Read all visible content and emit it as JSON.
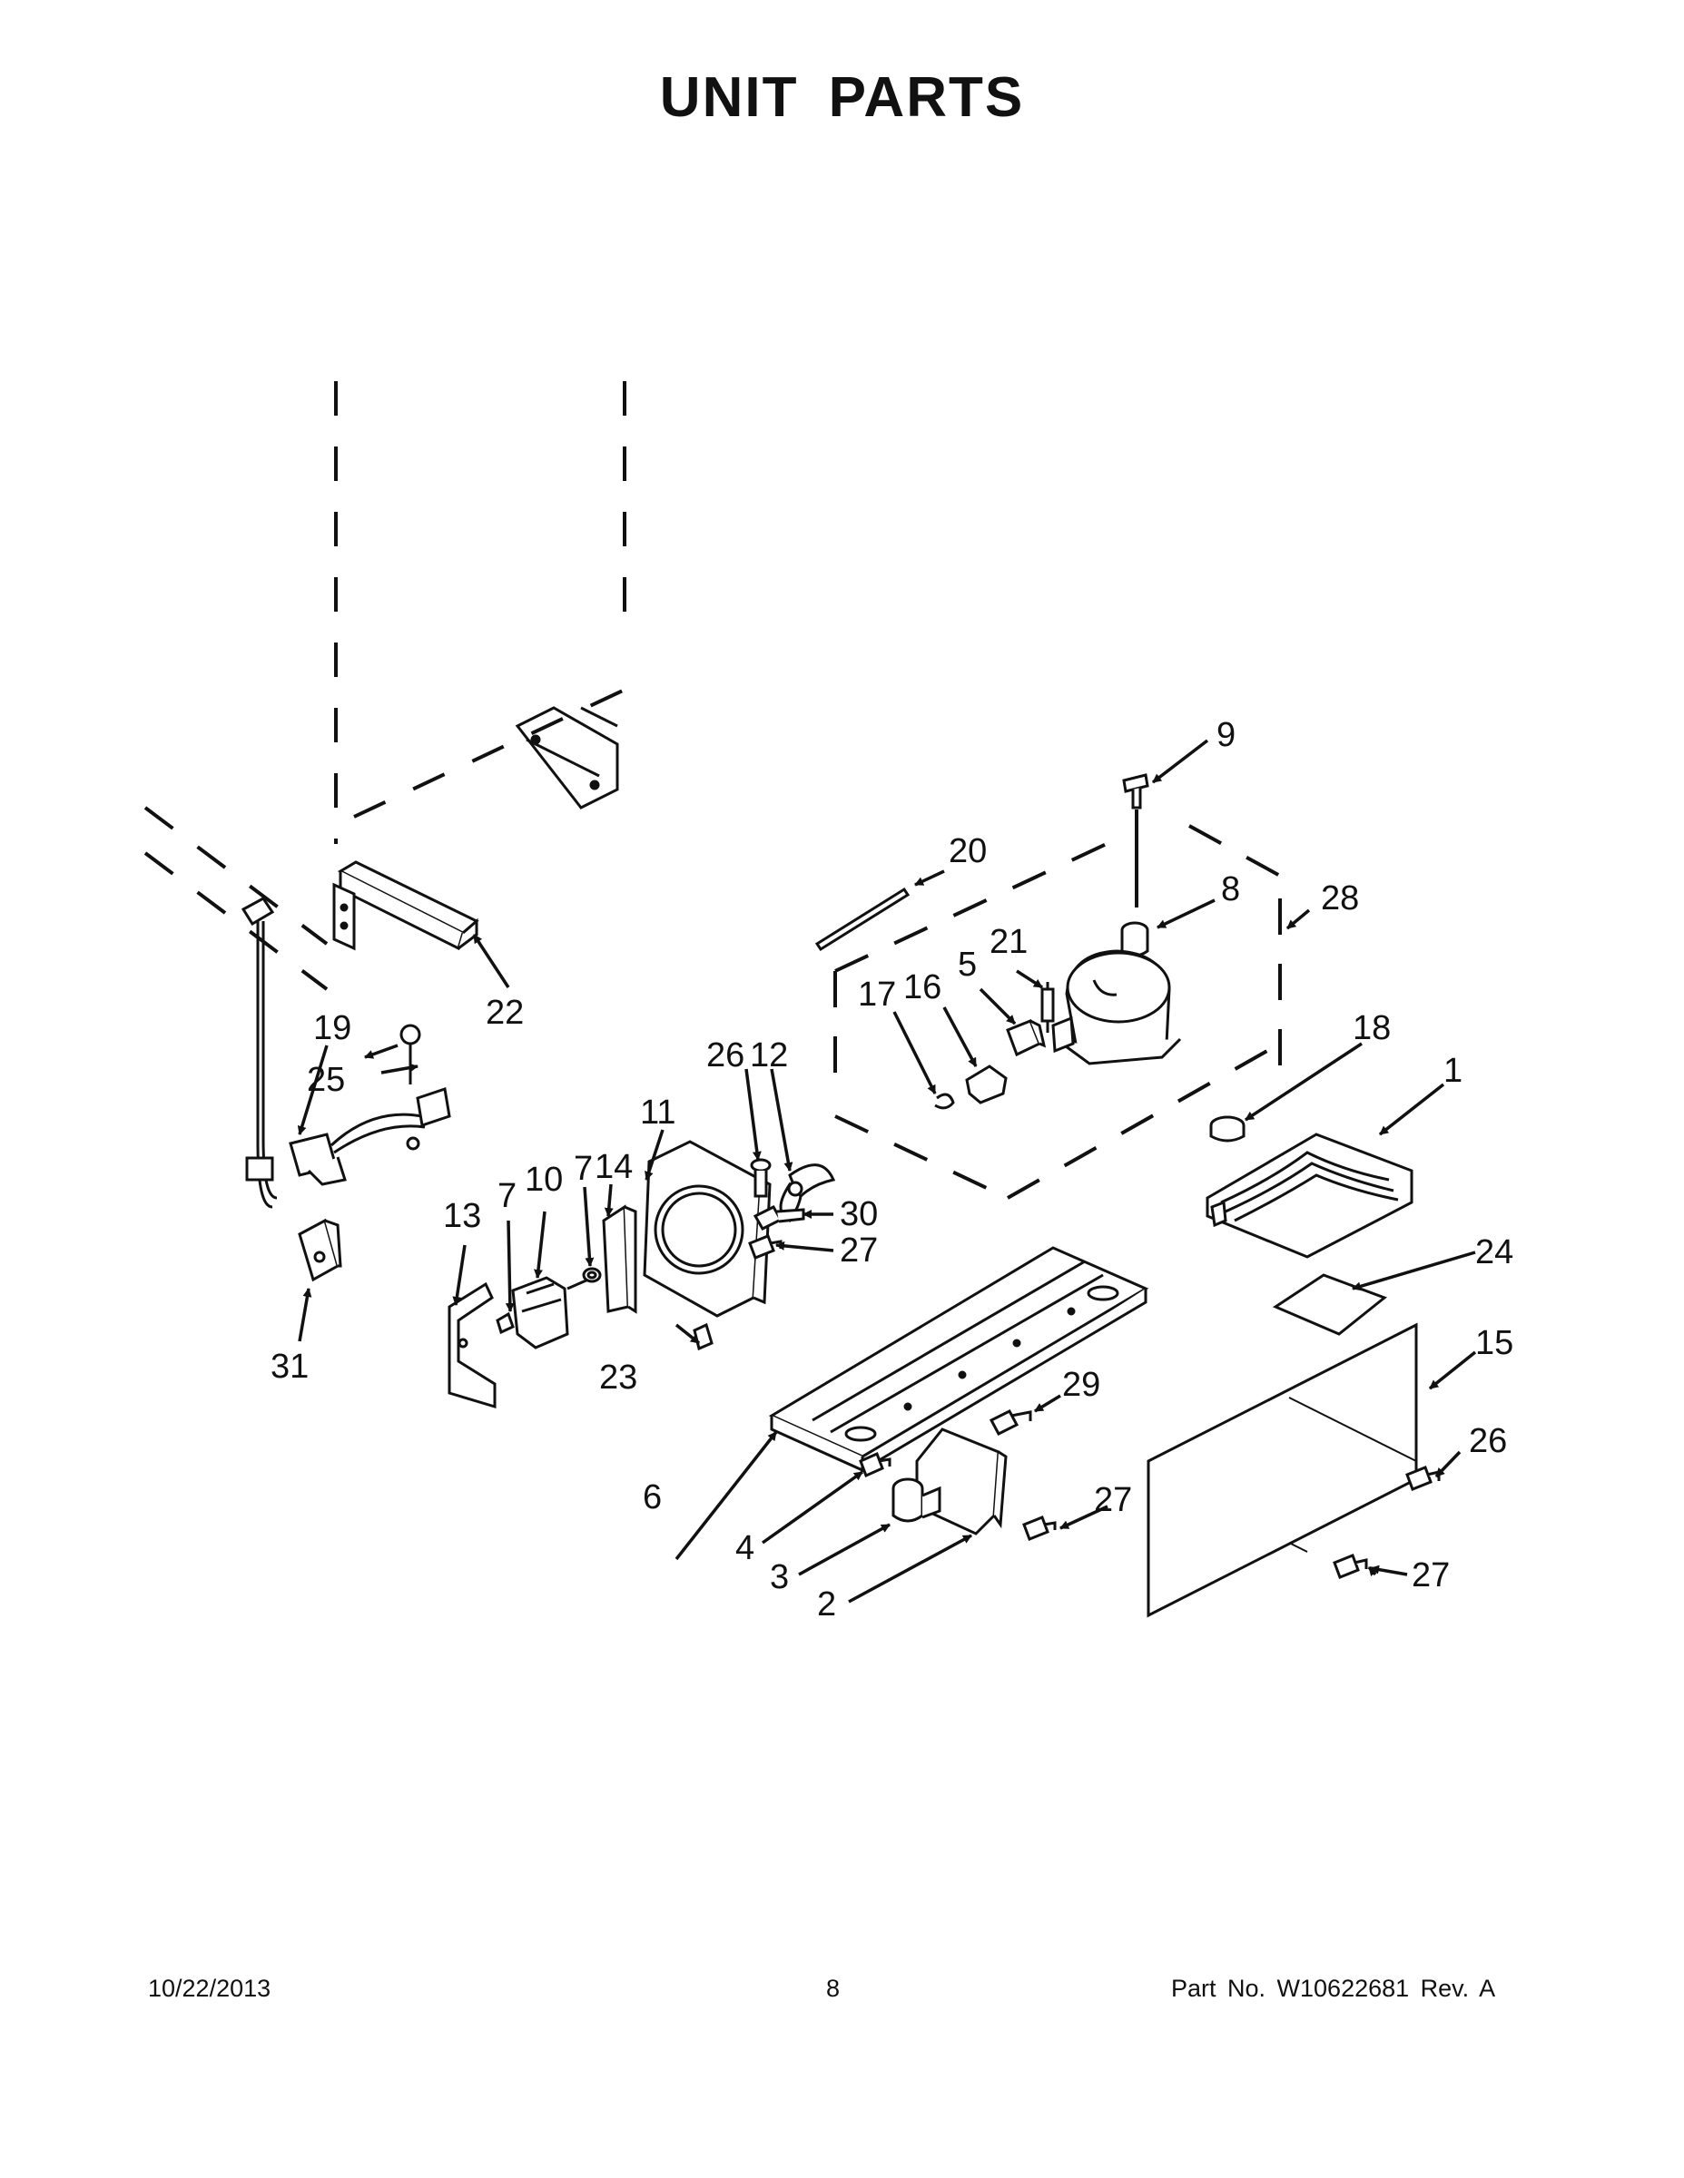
{
  "title": "UNIT PARTS",
  "footer": {
    "date": "10/22/2013",
    "page": "8",
    "part_no": "Part No.  W10622681  Rev.  A"
  },
  "callouts": {
    "c1": "1",
    "c2": "2",
    "c3": "3",
    "c4": "4",
    "c5": "5",
    "c6": "6",
    "c7a": "7",
    "c7b": "7",
    "c8": "8",
    "c9": "9",
    "c10": "10",
    "c11": "11",
    "c12": "12",
    "c13": "13",
    "c14": "14",
    "c15": "15",
    "c16": "16",
    "c17": "17",
    "c18": "18",
    "c19": "19",
    "c20": "20",
    "c21": "21",
    "c22": "22",
    "c23": "23",
    "c24": "24",
    "c25": "25",
    "c26a": "26",
    "c26b": "26",
    "c27a": "27",
    "c27b": "27",
    "c27c": "27",
    "c28": "28",
    "c29": "29",
    "c30": "30",
    "c31": "31"
  }
}
